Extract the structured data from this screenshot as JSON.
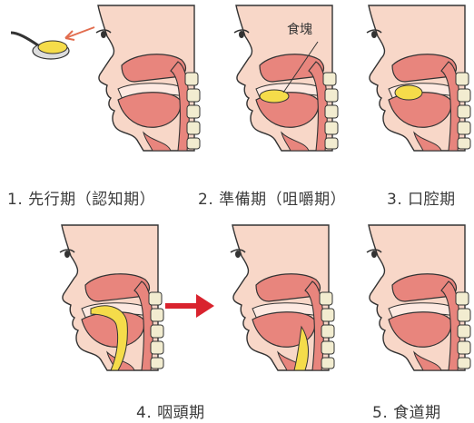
{
  "captions": {
    "stage1": "1. 先行期（認知期）",
    "stage2": "2. 準備期（咀嚼期）",
    "stage3": "3. 口腔期",
    "stage4": "4. 咽頭期",
    "stage5": "5. 食道期"
  },
  "bolus_label": "食塊",
  "colors": {
    "skin": "#f8d7c8",
    "outline": "#333333",
    "flesh": "#e8857d",
    "cavity": "#fde9e1",
    "spine": "#f2ecd0",
    "bolus": "#f5dc4a",
    "arrow_small": "#e26d4f",
    "arrow_big": "#d9232e"
  },
  "icons": [
    "spoon-icon",
    "arrow-right-icon"
  ]
}
